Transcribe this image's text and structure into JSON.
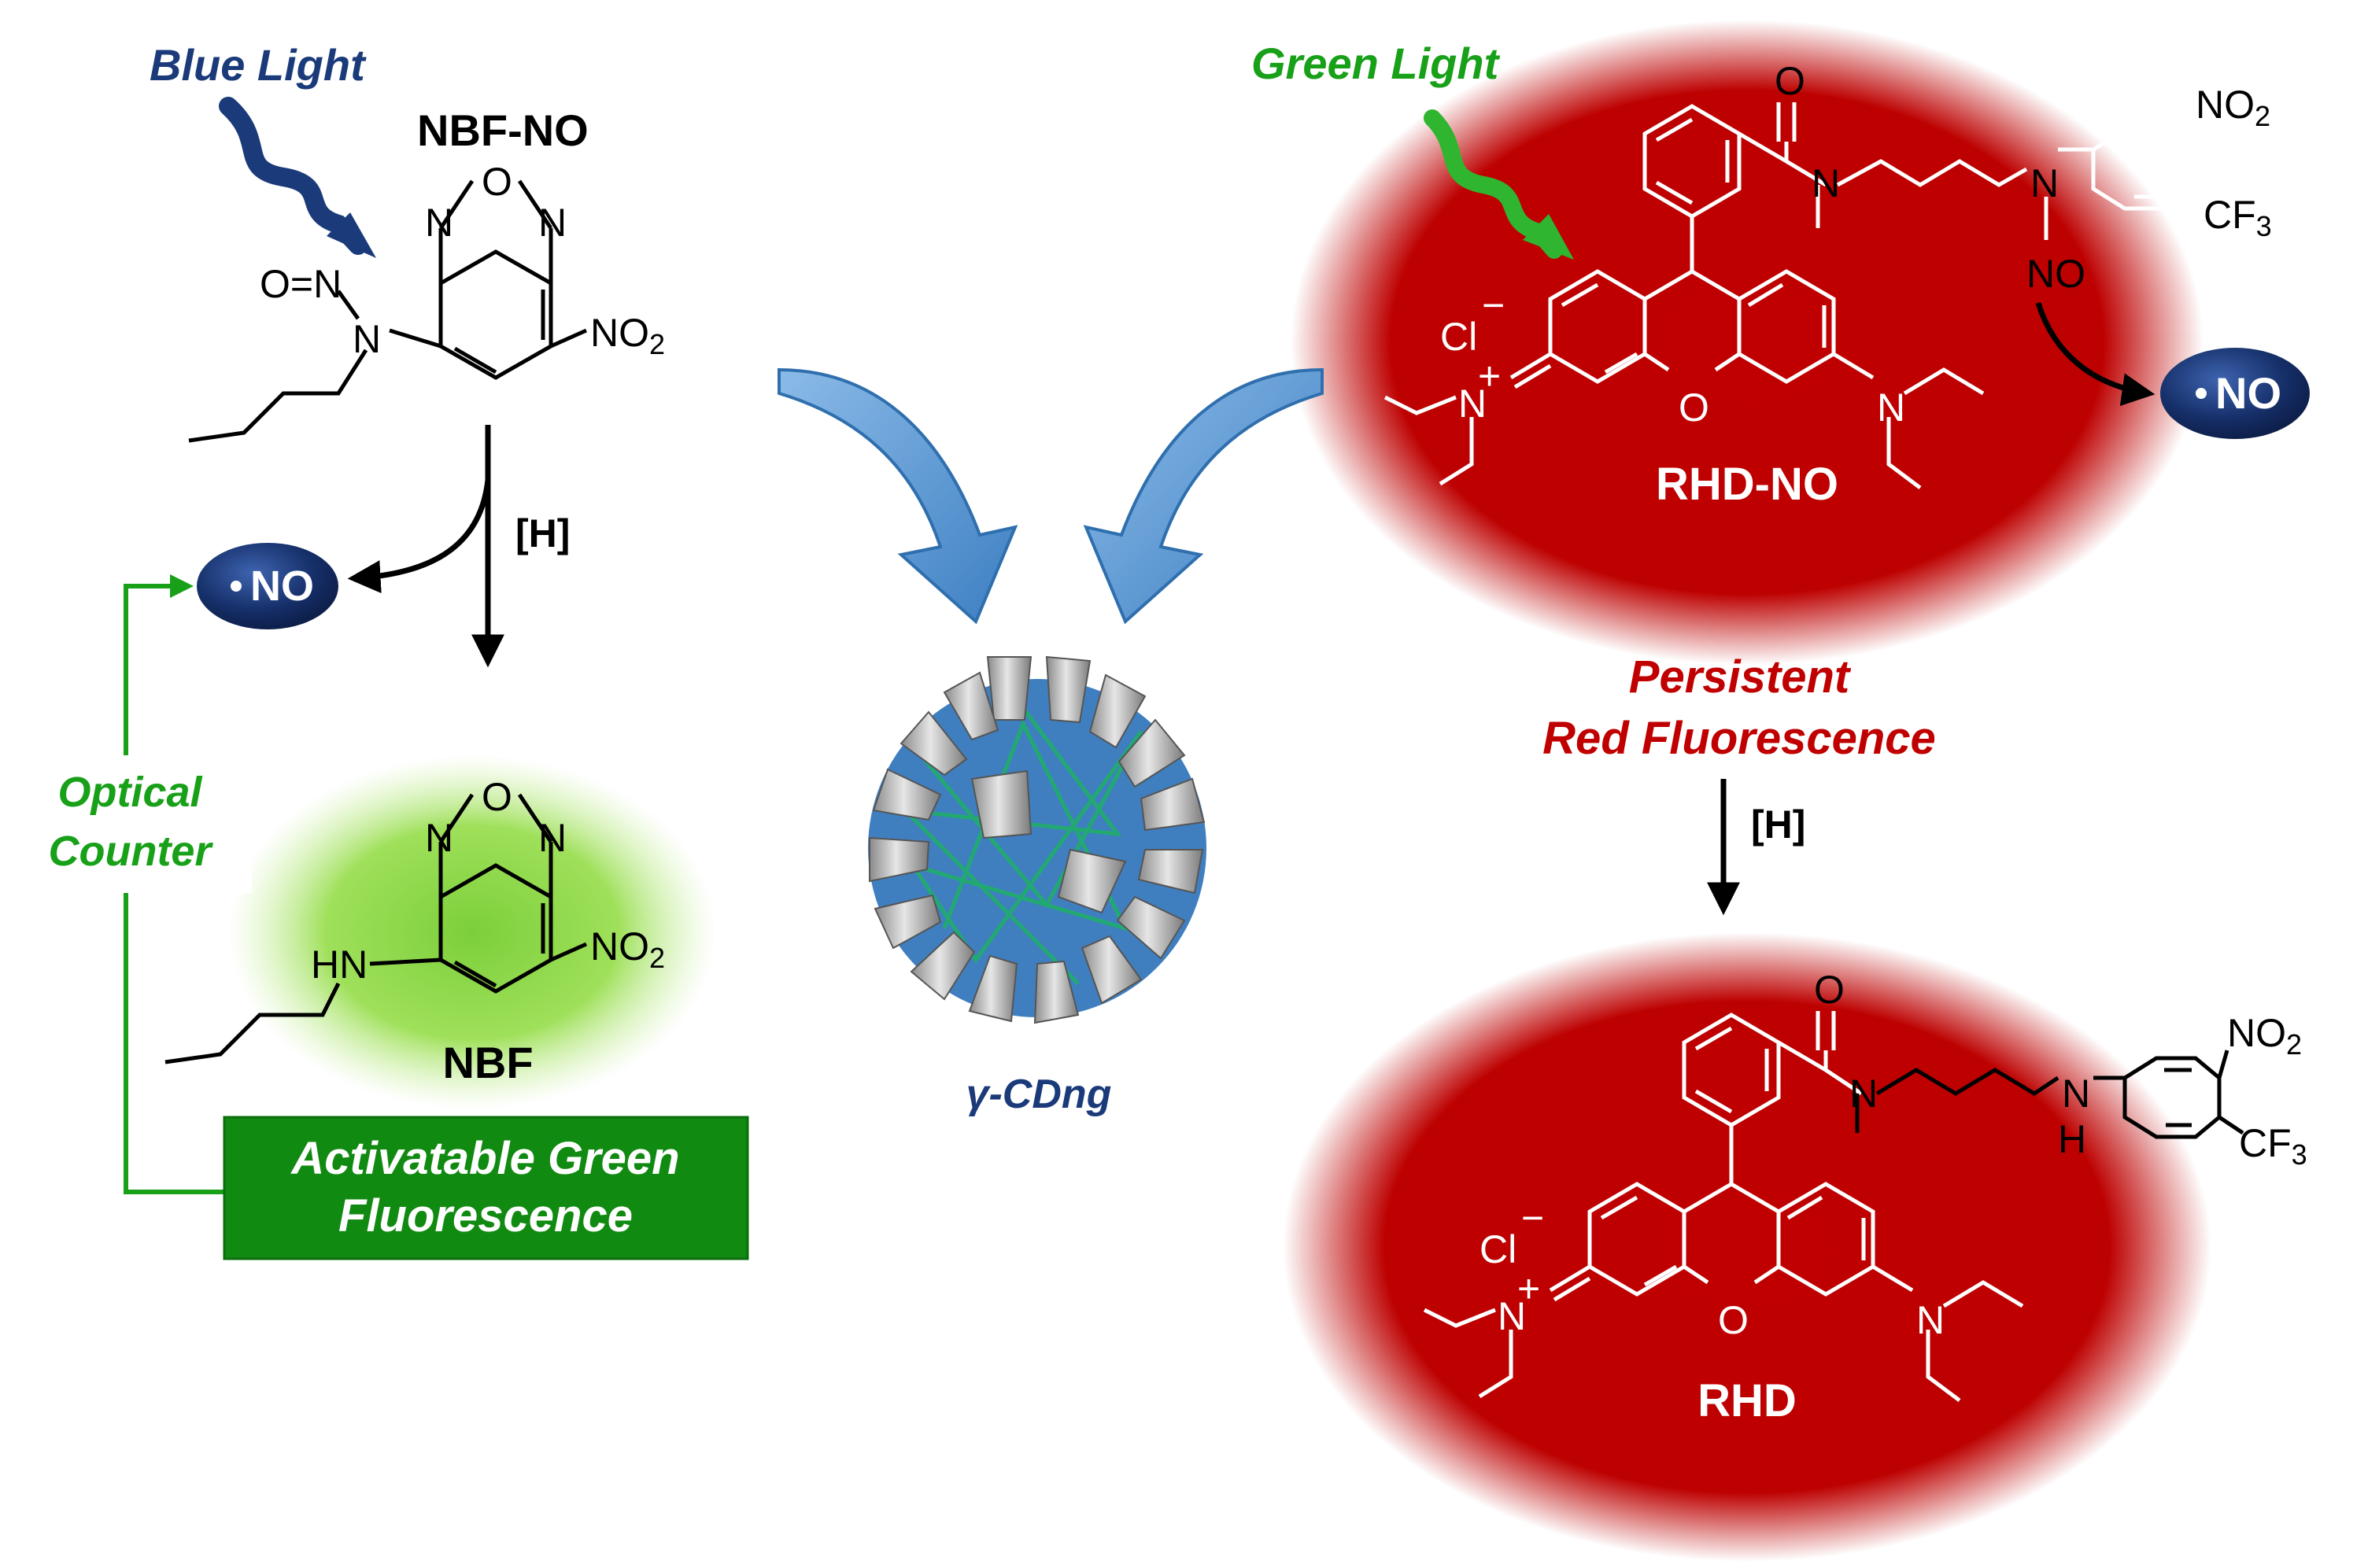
{
  "labels": {
    "blue_light": "Blue Light",
    "green_light": "Green Light",
    "nbf_no": "NBF-NO",
    "nbf": "NBF",
    "rhd_no": "RHD-NO",
    "rhd": "RHD",
    "h_left": "[H]",
    "h_right": "[H]",
    "optical_counter_1": "Optical",
    "optical_counter_2": "Counter",
    "activatable_1": "Activatable Green",
    "activatable_2": "Fluorescence",
    "persistent_1": "Persistent",
    "persistent_2": "Red Fluorescence",
    "cdng": "γ-CDng",
    "no_left": "NO",
    "no_right": "NO"
  },
  "atoms": {
    "o": "O",
    "n": "N",
    "no2": "NO",
    "two": "2",
    "cf3": "CF",
    "three": "3",
    "cl": "Cl",
    "hn": "HN",
    "h": "H",
    "ono": "O=N",
    "nitroso": "NO",
    "minus": "−",
    "plus": "+"
  },
  "colors": {
    "blue_text": "#1b3a7a",
    "green_text": "#18a018",
    "red_text": "#c00000",
    "red_glow": "#bf0000",
    "green_glow": "#8fd94a",
    "green_box": "#118a11",
    "no_oval": "#16306a",
    "arrow_blue": "#5b9bd5",
    "cdng_blue": "#3f7fc0"
  }
}
